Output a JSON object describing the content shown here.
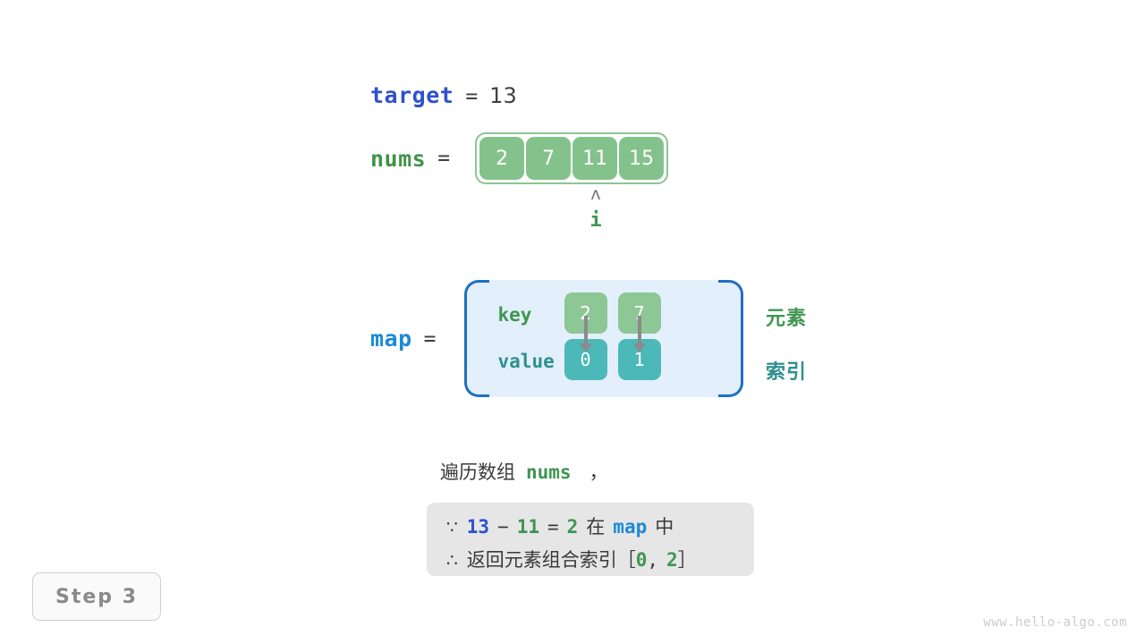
{
  "target": {
    "label": "target",
    "equals": "=",
    "value": "13"
  },
  "nums": {
    "label": "nums",
    "equals": "=",
    "cells": [
      "2",
      "7",
      "11",
      "15"
    ]
  },
  "pointer": {
    "caret": "ʌ",
    "label": "i",
    "index": 2
  },
  "map": {
    "label": "map",
    "equals": "=",
    "row_labels": {
      "key": "key",
      "value": "value"
    },
    "entries": [
      {
        "key": "2",
        "value": "0"
      },
      {
        "key": "7",
        "value": "1"
      }
    ],
    "legend": {
      "element": "元素",
      "index": "索引"
    }
  },
  "caption": {
    "prefix": "遍历数组",
    "code": "nums",
    "suffix": "，"
  },
  "reasoning": {
    "line1": {
      "symbol": "∵",
      "a": "13",
      "minus": "−",
      "b": "11",
      "eq": "=",
      "c": "2",
      "zai": "在",
      "map": "map",
      "zhong": "中"
    },
    "line2": {
      "symbol": "∴",
      "text": "返回元素组合索引",
      "bracket_open": "［",
      "i0": "0",
      "comma": ",",
      "i1": "2",
      "bracket_close": "］"
    }
  },
  "step_badge": "Step 3",
  "watermark": "www.hello-algo.com",
  "colors": {
    "target_blue": "#2f51cc",
    "nums_green": "#409348",
    "map_blue": "#1c8ad6",
    "cell_green": "#84c28c",
    "cell_teal": "#4cb8b8",
    "panel_bg": "#e3effa",
    "panel_border": "#1f6fc4",
    "reason_bg": "#e6e6e6"
  }
}
